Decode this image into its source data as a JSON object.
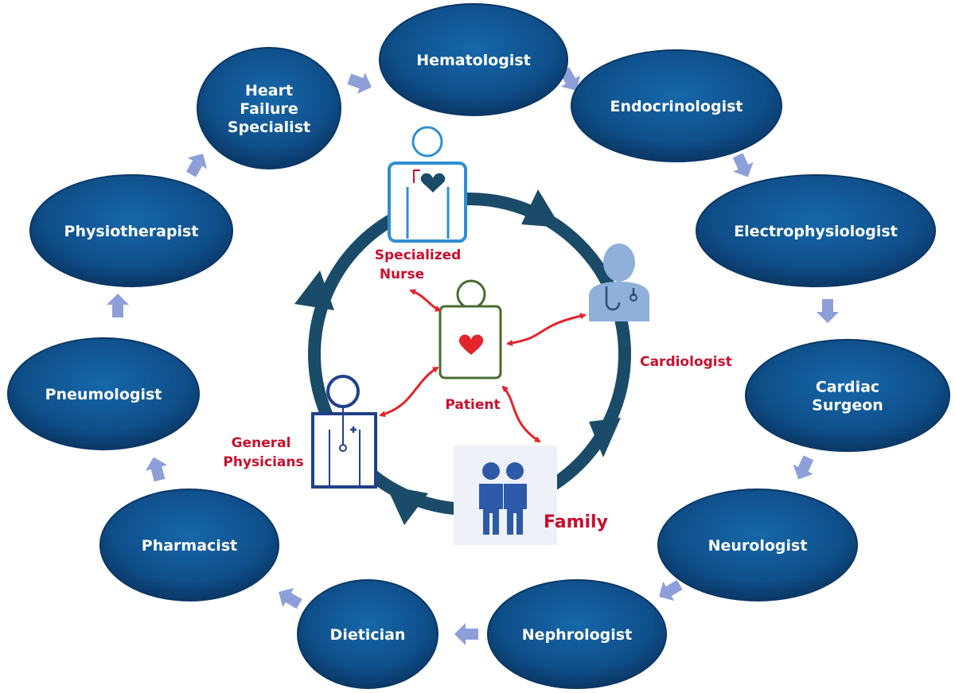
{
  "specialists": [
    {
      "id": "hematologist",
      "lines": [
        "Hematologist"
      ]
    },
    {
      "id": "endocrinologist",
      "lines": [
        "Endocrinologist"
      ]
    },
    {
      "id": "electrophysiologist",
      "lines": [
        "Electrophysiologist"
      ]
    },
    {
      "id": "cardiac-surgeon",
      "lines": [
        "Cardiac",
        "Surgeon"
      ]
    },
    {
      "id": "neurologist",
      "lines": [
        "Neurologist"
      ]
    },
    {
      "id": "nephrologist",
      "lines": [
        "Nephrologist"
      ]
    },
    {
      "id": "dietician",
      "lines": [
        "Dietician"
      ]
    },
    {
      "id": "pharmacist",
      "lines": [
        "Pharmacist"
      ]
    },
    {
      "id": "pneumologist",
      "lines": [
        "Pneumologist"
      ]
    },
    {
      "id": "physiotherapist",
      "lines": [
        "Physiotherapist"
      ]
    },
    {
      "id": "heart-failure-specialist",
      "lines": [
        "Heart",
        "Failure",
        "Specialist"
      ]
    }
  ],
  "core": {
    "patient": "Patient",
    "specialized_nurse": [
      "Specialized",
      "Nurse"
    ],
    "cardiologist": "Cardiologist",
    "general_physicians": [
      "General",
      "Physicians"
    ],
    "family": "Family"
  },
  "colors": {
    "oval_fill": "#0f4f8a",
    "oval_dark": "#0a3766",
    "cycle_ring": "#1a4b68",
    "connector_arrow": "#7f95d4",
    "red_text": "#c8102e",
    "relation_arrow": "#e3242b",
    "nurse_icon": "#2f8fd1",
    "patient_icon": "#4a6b2f",
    "cardiologist_icon": "#4a7fbf",
    "physician_icon": "#20408a",
    "family_icon": "#2c5aa8"
  },
  "icons": [
    "nurse-icon",
    "patient-icon",
    "heart-icon",
    "cardiologist-icon",
    "stethoscope-icon",
    "physician-icon",
    "family-icon"
  ]
}
